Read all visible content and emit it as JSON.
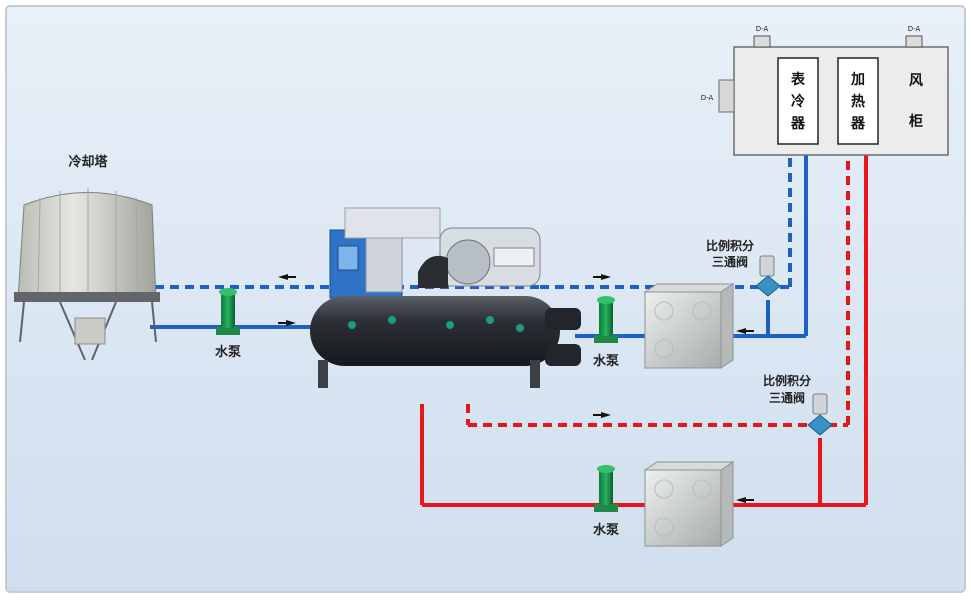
{
  "labels": {
    "cooling_tower": "冷却塔",
    "pump_1": "水泵",
    "pump_2": "水泵",
    "pump_3": "水泵",
    "valve_1_line1": "比例积分",
    "valve_1_line2": "三通阀",
    "valve_2_line1": "比例积分",
    "valve_2_line2": "三通阀",
    "cooler_chars": [
      "表",
      "冷",
      "器"
    ],
    "heater_chars": [
      "加",
      "热",
      "器"
    ],
    "cabinet_chars": [
      "风",
      "柜"
    ],
    "sensor_left": "D-A",
    "sensor_mid": "D-A",
    "sensor_right": "D-A"
  },
  "colors": {
    "chilled_water": "#1f5fc8",
    "hot_water": "#e8161b",
    "background": "#d9e6f3"
  }
}
